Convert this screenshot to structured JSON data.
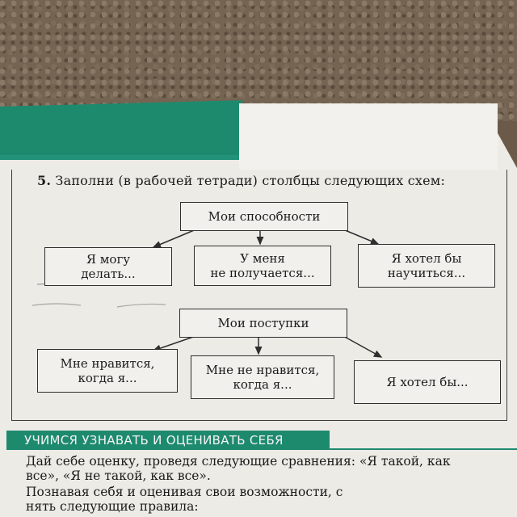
{
  "task": {
    "number": "5.",
    "title": "Заполни (в рабочей тетради) столбцы следующих схем:"
  },
  "scheme1": {
    "root": "Мои способности",
    "children": [
      "Я могу\nделать...",
      "У меня\nне получается...",
      "Я хотел бы\nнаучиться..."
    ]
  },
  "scheme2": {
    "root": "Мои поступки",
    "children": [
      "Мне нравится,\nкогда я...",
      "Мне не нравится,\nкогда я...",
      "Я хотел бы..."
    ]
  },
  "section": {
    "heading": "УЧИМСЯ УЗНАВАТЬ И ОЦЕНИВАТЬ СЕБЯ"
  },
  "body": {
    "lines": [
      "Дай себе оценку, проведя следующие сравнения: «Я такой, как",
      "все», «Я не такой, как все».",
      "Познавая себя и оценивая свои возможности, с",
      "нять следующие правила:"
    ]
  },
  "colors": {
    "accent_green": "#1d8a6e",
    "paper": "#ecebe6",
    "ink": "#1b1b1b"
  }
}
